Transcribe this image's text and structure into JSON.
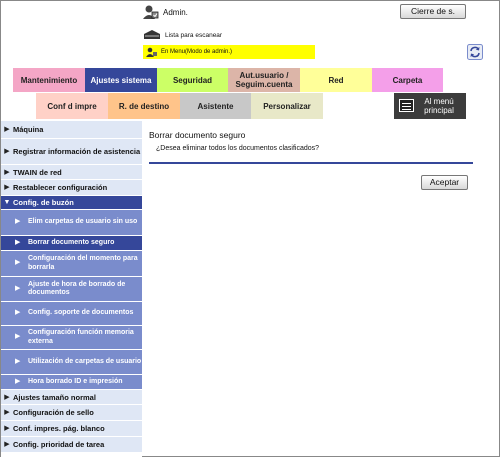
{
  "header": {
    "user_name": "Admin.",
    "logout_label": "Cierre de s.",
    "scan_list_label": "Lista para escanear",
    "mode_text": "En Menu(Modo de admin.)"
  },
  "tabs_primary": [
    {
      "label": "Mantenimiento"
    },
    {
      "label": "Ajustes sistema"
    },
    {
      "label": "Seguridad"
    },
    {
      "label": "Aut.usuario / Seguim.cuenta"
    },
    {
      "label": "Red"
    },
    {
      "label": "Carpeta"
    }
  ],
  "tabs_secondary": [
    {
      "label": "Conf d impre"
    },
    {
      "label": "R. de destino"
    },
    {
      "label": "Asistente"
    },
    {
      "label": "Personalizar"
    },
    {
      "label": "Al menú principal"
    }
  ],
  "sidebar": {
    "items": [
      {
        "label": "Máquina"
      },
      {
        "label": "Registrar información de asistencia"
      },
      {
        "label": "TWAIN de red"
      },
      {
        "label": "Restablecer configuración"
      },
      {
        "label": "Config. de buzón"
      }
    ],
    "subitems": [
      {
        "label": "Elim carpetas de usuario sin uso"
      },
      {
        "label": "Borrar documento seguro"
      },
      {
        "label": "Configuración del momento para borrarla"
      },
      {
        "label": "Ajuste de hora de borrado de documentos"
      },
      {
        "label": "Config. soporte de documentos"
      },
      {
        "label": "Configuración función memoria externa"
      },
      {
        "label": "Utilización de carpetas de usuario"
      },
      {
        "label": "Hora borrado ID e impresión"
      }
    ],
    "items_after": [
      {
        "label": "Ajustes tamaño normal"
      },
      {
        "label": "Configuración de sello"
      },
      {
        "label": "Conf. impres. pág. blanco"
      },
      {
        "label": "Config. prioridad de tarea"
      }
    ]
  },
  "content": {
    "title": "Borrar documento seguro",
    "question": "¿Desea eliminar todos los documentos clasificados?",
    "accept_label": "Aceptar"
  },
  "colors": {
    "accent": "#35479a",
    "submenu": "#7a8ccc",
    "sidebar_bg": "#dfe7f5",
    "mode_bar": "#ffff00"
  }
}
